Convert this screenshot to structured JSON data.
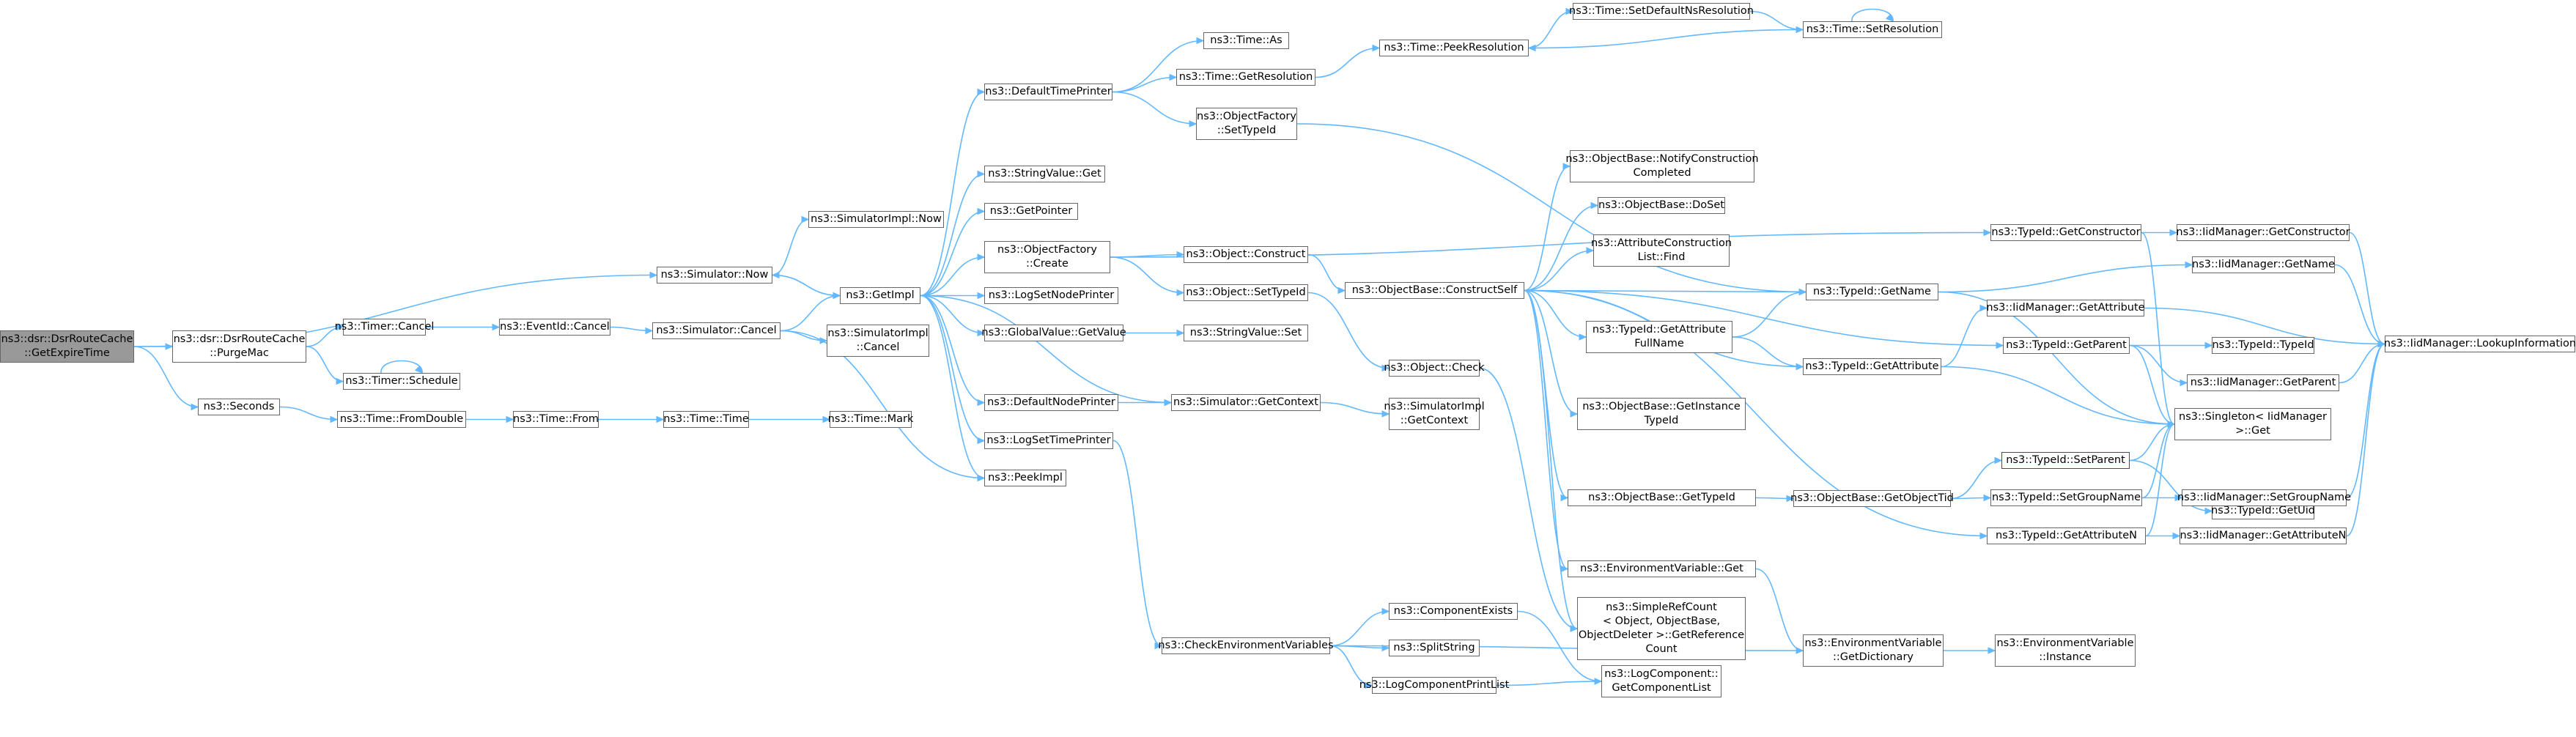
{
  "nodes": [
    {
      "id": "root",
      "lines": [
        "ns3::dsr::DsrRouteCache",
        "::GetExpireTime"
      ],
      "kind": "root"
    },
    {
      "id": "purge",
      "lines": [
        "ns3::dsr::DsrRouteCache",
        "::PurgeMac"
      ]
    },
    {
      "id": "simnow",
      "lines": [
        "ns3::Simulator::Now"
      ]
    },
    {
      "id": "seconds",
      "lines": [
        "ns3::Seconds"
      ]
    },
    {
      "id": "timercancel",
      "lines": [
        "ns3::Timer::Cancel"
      ]
    },
    {
      "id": "timerschedule",
      "lines": [
        "ns3::Timer::Schedule"
      ]
    },
    {
      "id": "fromdouble",
      "lines": [
        "ns3::Time::FromDouble"
      ]
    },
    {
      "id": "eventcancel",
      "lines": [
        "ns3::EventId::Cancel"
      ]
    },
    {
      "id": "simcancel",
      "lines": [
        "ns3::Simulator::Cancel"
      ]
    },
    {
      "id": "timefrom",
      "lines": [
        "ns3::Time::From"
      ]
    },
    {
      "id": "timetime",
      "lines": [
        "ns3::Time::Time"
      ]
    },
    {
      "id": "timemark",
      "lines": [
        "ns3::Time::Mark"
      ]
    },
    {
      "id": "simimplnow",
      "lines": [
        "ns3::SimulatorImpl::Now"
      ]
    },
    {
      "id": "getimpl",
      "lines": [
        "ns3::GetImpl"
      ]
    },
    {
      "id": "simimplcancel",
      "lines": [
        "ns3::SimulatorImpl",
        "::Cancel"
      ]
    },
    {
      "id": "peekimpl",
      "lines": [
        "ns3::PeekImpl"
      ]
    },
    {
      "id": "deftimeprinter",
      "lines": [
        "ns3::DefaultTimePrinter"
      ]
    },
    {
      "id": "stringvalueget",
      "lines": [
        "ns3::StringValue::Get"
      ]
    },
    {
      "id": "getpointer",
      "lines": [
        "ns3::GetPointer"
      ]
    },
    {
      "id": "objfactcreate",
      "lines": [
        "ns3::ObjectFactory",
        "::Create"
      ]
    },
    {
      "id": "logsetnodeprinter",
      "lines": [
        "ns3::LogSetNodePrinter"
      ]
    },
    {
      "id": "globalvalueget",
      "lines": [
        "ns3::GlobalValue::GetValue"
      ]
    },
    {
      "id": "defnodeprinter",
      "lines": [
        "ns3::DefaultNodePrinter"
      ]
    },
    {
      "id": "logsettimeprinter",
      "lines": [
        "ns3::LogSetTimePrinter"
      ]
    },
    {
      "id": "timeas",
      "lines": [
        "ns3::Time::As"
      ]
    },
    {
      "id": "timegetres",
      "lines": [
        "ns3::Time::GetResolution"
      ]
    },
    {
      "id": "objfactsettypeid",
      "lines": [
        "ns3::ObjectFactory",
        "::SetTypeId"
      ]
    },
    {
      "id": "objconstruct",
      "lines": [
        "ns3::Object::Construct"
      ]
    },
    {
      "id": "objsettypeid",
      "lines": [
        "ns3::Object::SetTypeId"
      ]
    },
    {
      "id": "stringvalueset",
      "lines": [
        "ns3::StringValue::Set"
      ]
    },
    {
      "id": "simgetcontext",
      "lines": [
        "ns3::Simulator::GetContext"
      ]
    },
    {
      "id": "checkenv",
      "lines": [
        "ns3::CheckEnvironmentVariables"
      ]
    },
    {
      "id": "timepeekres",
      "lines": [
        "ns3::Time::PeekResolution"
      ]
    },
    {
      "id": "timesetdefns",
      "lines": [
        "ns3::Time::SetDefaultNsResolution"
      ]
    },
    {
      "id": "timesetres",
      "lines": [
        "ns3::Time::SetResolution"
      ]
    },
    {
      "id": "objbasenotify",
      "lines": [
        "ns3::ObjectBase::NotifyConstruction",
        "Completed"
      ]
    },
    {
      "id": "objbasedoset",
      "lines": [
        "ns3::ObjectBase::DoSet"
      ]
    },
    {
      "id": "attrconstfind",
      "lines": [
        "ns3::AttributeConstruction",
        "List::Find"
      ]
    },
    {
      "id": "constructself",
      "lines": [
        "ns3::ObjectBase::ConstructSelf"
      ]
    },
    {
      "id": "objcheck",
      "lines": [
        "ns3::Object::Check"
      ]
    },
    {
      "id": "simimplgetctx",
      "lines": [
        "ns3::SimulatorImpl",
        "::GetContext"
      ]
    },
    {
      "id": "objbasegetinst",
      "lines": [
        "ns3::ObjectBase::GetInstance",
        "TypeId"
      ]
    },
    {
      "id": "objbasegettypeid",
      "lines": [
        "ns3::ObjectBase::GetTypeId"
      ]
    },
    {
      "id": "envget",
      "lines": [
        "ns3::EnvironmentVariable::Get"
      ]
    },
    {
      "id": "simplerefcount",
      "lines": [
        "ns3::SimpleRefCount",
        "< Object, ObjectBase,",
        "ObjectDeleter >::GetReference",
        "Count"
      ]
    },
    {
      "id": "compexists",
      "lines": [
        "ns3::ComponentExists"
      ]
    },
    {
      "id": "splitstring",
      "lines": [
        "ns3::SplitString"
      ]
    },
    {
      "id": "logcompprintlist",
      "lines": [
        "ns3::LogComponentPrintList"
      ]
    },
    {
      "id": "logcompgetlist",
      "lines": [
        "ns3::LogComponent::",
        "GetComponentList"
      ]
    },
    {
      "id": "typeidgetname",
      "lines": [
        "ns3::TypeId::GetName"
      ]
    },
    {
      "id": "typeidgetattrfull",
      "lines": [
        "ns3::TypeId::GetAttribute",
        "FullName"
      ]
    },
    {
      "id": "typeidgetattr",
      "lines": [
        "ns3::TypeId::GetAttribute"
      ]
    },
    {
      "id": "objbasegetobjtid",
      "lines": [
        "ns3::ObjectBase::GetObjectTid"
      ]
    },
    {
      "id": "envgetdict",
      "lines": [
        "ns3::EnvironmentVariable",
        "::GetDictionary"
      ]
    },
    {
      "id": "envinstance",
      "lines": [
        "ns3::EnvironmentVariable",
        "::Instance"
      ]
    },
    {
      "id": "typeidgetctor",
      "lines": [
        "ns3::TypeId::GetConstructor"
      ]
    },
    {
      "id": "iidgetattr",
      "lines": [
        "ns3::IidManager::GetAttribute"
      ]
    },
    {
      "id": "typeidgetparent",
      "lines": [
        "ns3::TypeId::GetParent"
      ]
    },
    {
      "id": "typeidsetparent",
      "lines": [
        "ns3::TypeId::SetParent"
      ],
      "kind": "red"
    },
    {
      "id": "typeidsetgroup",
      "lines": [
        "ns3::TypeId::SetGroupName"
      ]
    },
    {
      "id": "typeidgetattrn",
      "lines": [
        "ns3::TypeId::GetAttributeN"
      ]
    },
    {
      "id": "iidgetctor",
      "lines": [
        "ns3::IidManager::GetConstructor"
      ]
    },
    {
      "id": "iidgetname",
      "lines": [
        "ns3::IidManager::GetName"
      ]
    },
    {
      "id": "typeidtypeid",
      "lines": [
        "ns3::TypeId::TypeId"
      ]
    },
    {
      "id": "iidgetparent",
      "lines": [
        "ns3::IidManager::GetParent"
      ]
    },
    {
      "id": "singleton",
      "lines": [
        "ns3::Singleton< IidManager",
        ">::Get"
      ]
    },
    {
      "id": "typeidgetuid",
      "lines": [
        "ns3::TypeId::GetUid"
      ]
    },
    {
      "id": "iidsetgroup",
      "lines": [
        "ns3::IidManager::SetGroupName"
      ]
    },
    {
      "id": "iidgetattrn",
      "lines": [
        "ns3::IidManager::GetAttributeN"
      ]
    },
    {
      "id": "iidlookup",
      "lines": [
        "ns3::IidManager::LookupInformation"
      ]
    }
  ]
}
